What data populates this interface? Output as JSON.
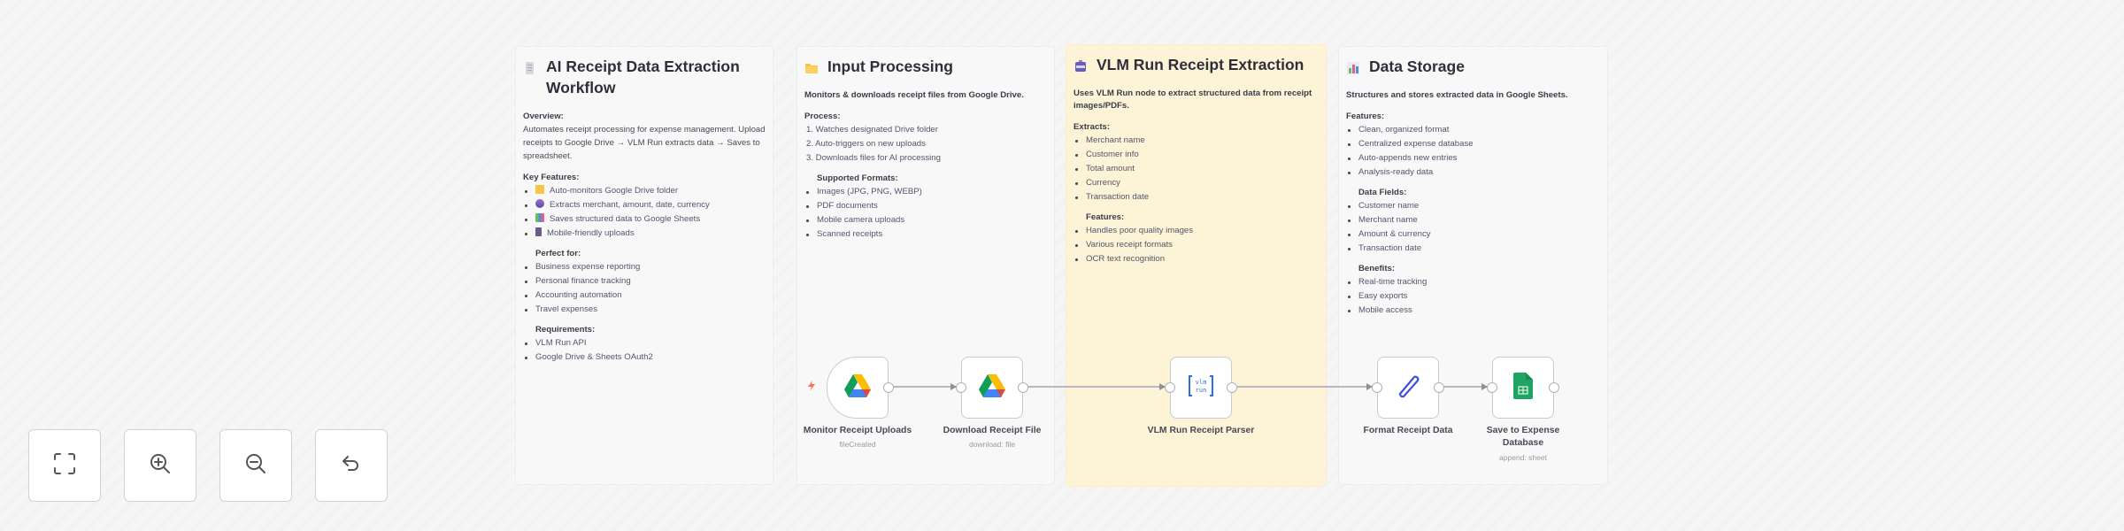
{
  "notes": {
    "overview": {
      "title": "AI Receipt Data Extraction Workflow",
      "title_icon": "receipt-icon",
      "overview_heading": "Overview:",
      "overview_text": "Automates receipt processing for expense management. Upload receipts to Google Drive → VLM Run extracts data → Saves to spreadsheet.",
      "key_features_heading": "Key Features:",
      "key_features": [
        {
          "icon": "folder-icon",
          "text": "Auto-monitors Google Drive folder"
        },
        {
          "icon": "robot-icon",
          "text": "Extracts merchant, amount, date, currency"
        },
        {
          "icon": "chart-icon",
          "text": "Saves structured data to Google Sheets"
        },
        {
          "icon": "mobile-icon",
          "text": "Mobile-friendly uploads"
        }
      ],
      "perfect_for_heading": "Perfect for:",
      "perfect_for": [
        "Business expense reporting",
        "Personal finance tracking",
        "Accounting automation",
        "Travel expenses"
      ],
      "requirements_heading": "Requirements:",
      "requirements": [
        "VLM Run API",
        "Google Drive & Sheets OAuth2"
      ]
    },
    "input": {
      "title": "Input Processing",
      "title_icon": "folder-icon",
      "lead": "Monitors & downloads receipt files from Google Drive.",
      "process_heading": "Process:",
      "process": [
        "1. Watches designated Drive folder",
        "2. Auto-triggers on new uploads",
        "3. Downloads files for AI processing"
      ],
      "formats_heading": "Supported Formats:",
      "formats": [
        "Images (JPG, PNG, WEBP)",
        "PDF documents",
        "Mobile camera uploads",
        "Scanned receipts"
      ]
    },
    "vlm": {
      "title": "VLM Run Receipt Extraction",
      "title_icon": "robot-icon",
      "lead": "Uses VLM Run node to extract structured data from receipt images/PDFs.",
      "extracts_heading": "Extracts:",
      "extracts": [
        "Merchant name",
        "Customer info",
        "Total amount",
        "Currency",
        "Transaction date"
      ],
      "features_heading": "Features:",
      "features": [
        "Handles poor quality images",
        "Various receipt formats",
        "OCR text recognition"
      ]
    },
    "storage": {
      "title": "Data Storage",
      "title_icon": "bar-chart-icon",
      "lead": "Structures and stores extracted data in Google Sheets.",
      "features_heading": "Features:",
      "features": [
        "Clean, organized format",
        "Centralized expense database",
        "Auto-appends new entries",
        "Analysis-ready data"
      ],
      "fields_heading": "Data Fields:",
      "fields": [
        "Customer name",
        "Merchant name",
        "Amount & currency",
        "Transaction date"
      ],
      "benefits_heading": "Benefits:",
      "benefits": [
        "Real-time tracking",
        "Easy exports",
        "Mobile access"
      ]
    }
  },
  "nodes": [
    {
      "label": "Monitor Receipt Uploads",
      "sub": "fileCreated",
      "icon": "google-drive-icon"
    },
    {
      "label": "Download Receipt File",
      "sub": "download: file",
      "icon": "google-drive-icon"
    },
    {
      "label": "VLM Run Receipt Parser",
      "sub": "",
      "icon": "vlm-run-icon"
    },
    {
      "label": "Format Receipt Data",
      "sub": "",
      "icon": "pencil-icon"
    },
    {
      "label": "Save to Expense Database",
      "sub": "append: sheet",
      "icon": "google-sheets-icon"
    }
  ],
  "controls": [
    {
      "name": "fit-view",
      "icon": "fit-view-icon"
    },
    {
      "name": "zoom-in",
      "icon": "zoom-in-icon"
    },
    {
      "name": "zoom-out",
      "icon": "zoom-out-icon"
    },
    {
      "name": "reset-zoom",
      "icon": "undo-icon"
    }
  ],
  "colors": {
    "canvas_bg": "#f6f6f6",
    "sticky_bg": "#f8f8f8",
    "sticky_yellow_bg": "#fdf3d7",
    "trigger_bolt": "#ff6d5a",
    "connection": "#b8b8be"
  }
}
